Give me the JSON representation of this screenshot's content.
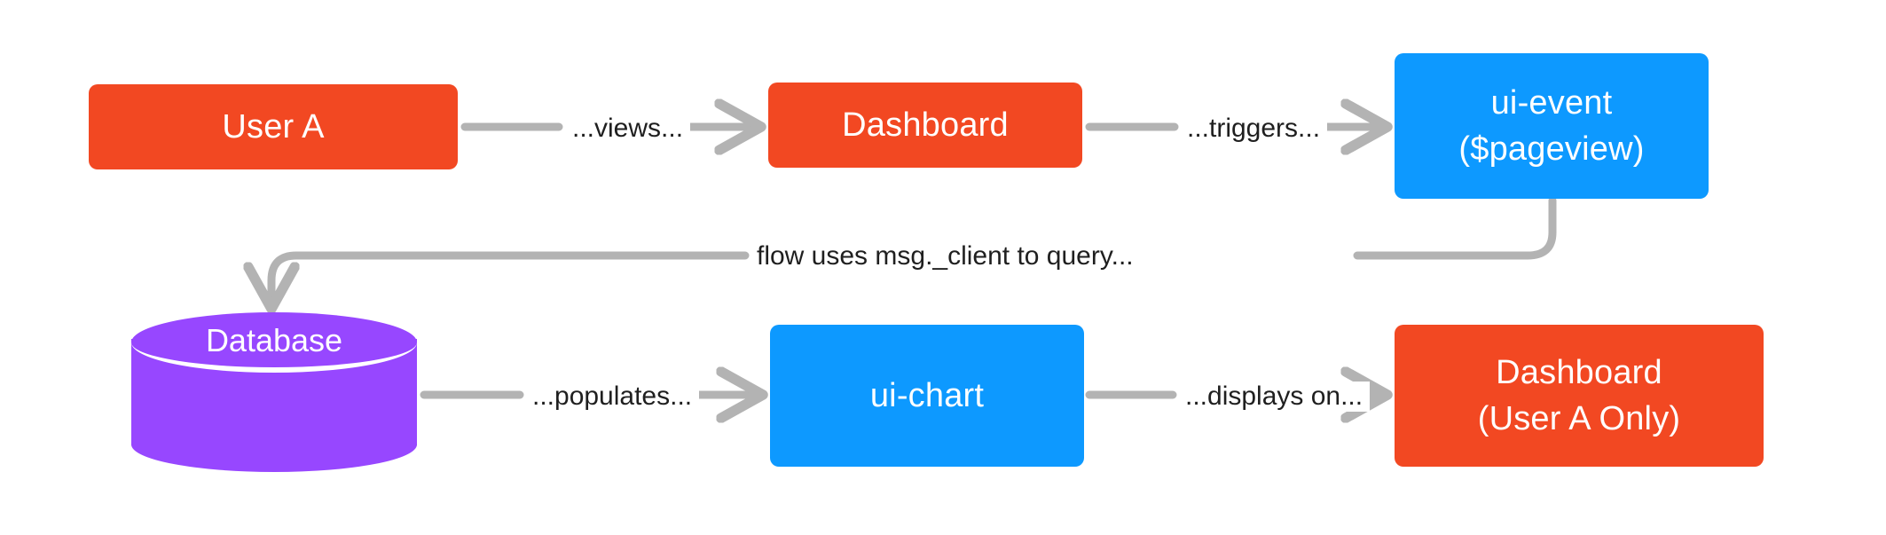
{
  "diagram": {
    "type": "flowchart",
    "direction": "left-to-right, two rows",
    "background": "#ffffff",
    "palette": {
      "orange": "#F24822",
      "blue": "#0D99FF",
      "purple": "#9747FF",
      "edge_gray": "#B3B3B3",
      "label_text": "#1f1f1f",
      "node_text": "#ffffff"
    },
    "nodes": [
      {
        "id": "user-a",
        "shape": "rounded-rect",
        "color": "#F24822",
        "label_line1": "User A",
        "label_line2": ""
      },
      {
        "id": "dashboard-top",
        "shape": "rounded-rect",
        "color": "#F24822",
        "label_line1": "Dashboard",
        "label_line2": ""
      },
      {
        "id": "ui-event",
        "shape": "rounded-rect",
        "color": "#0D99FF",
        "label_line1": "ui-event",
        "label_line2": "($pageview)"
      },
      {
        "id": "database",
        "shape": "cylinder",
        "color": "#9747FF",
        "label_line1": "Database",
        "label_line2": ""
      },
      {
        "id": "ui-chart",
        "shape": "rounded-rect",
        "color": "#0D99FF",
        "label_line1": "ui-chart",
        "label_line2": ""
      },
      {
        "id": "dashboard-bottom",
        "shape": "rounded-rect",
        "color": "#F24822",
        "label_line1": "Dashboard",
        "label_line2": "(User A Only)"
      }
    ],
    "edges": [
      {
        "id": "views",
        "from": "user-a",
        "to": "dashboard-top",
        "label": "...views..."
      },
      {
        "id": "triggers",
        "from": "dashboard-top",
        "to": "ui-event",
        "label": "...triggers..."
      },
      {
        "id": "flow-query",
        "from": "ui-event",
        "to": "database",
        "label": "flow uses msg._client to query..."
      },
      {
        "id": "populates",
        "from": "database",
        "to": "ui-chart",
        "label": "...populates..."
      },
      {
        "id": "displays",
        "from": "ui-chart",
        "to": "dashboard-bottom",
        "label": "...displays on..."
      }
    ]
  }
}
